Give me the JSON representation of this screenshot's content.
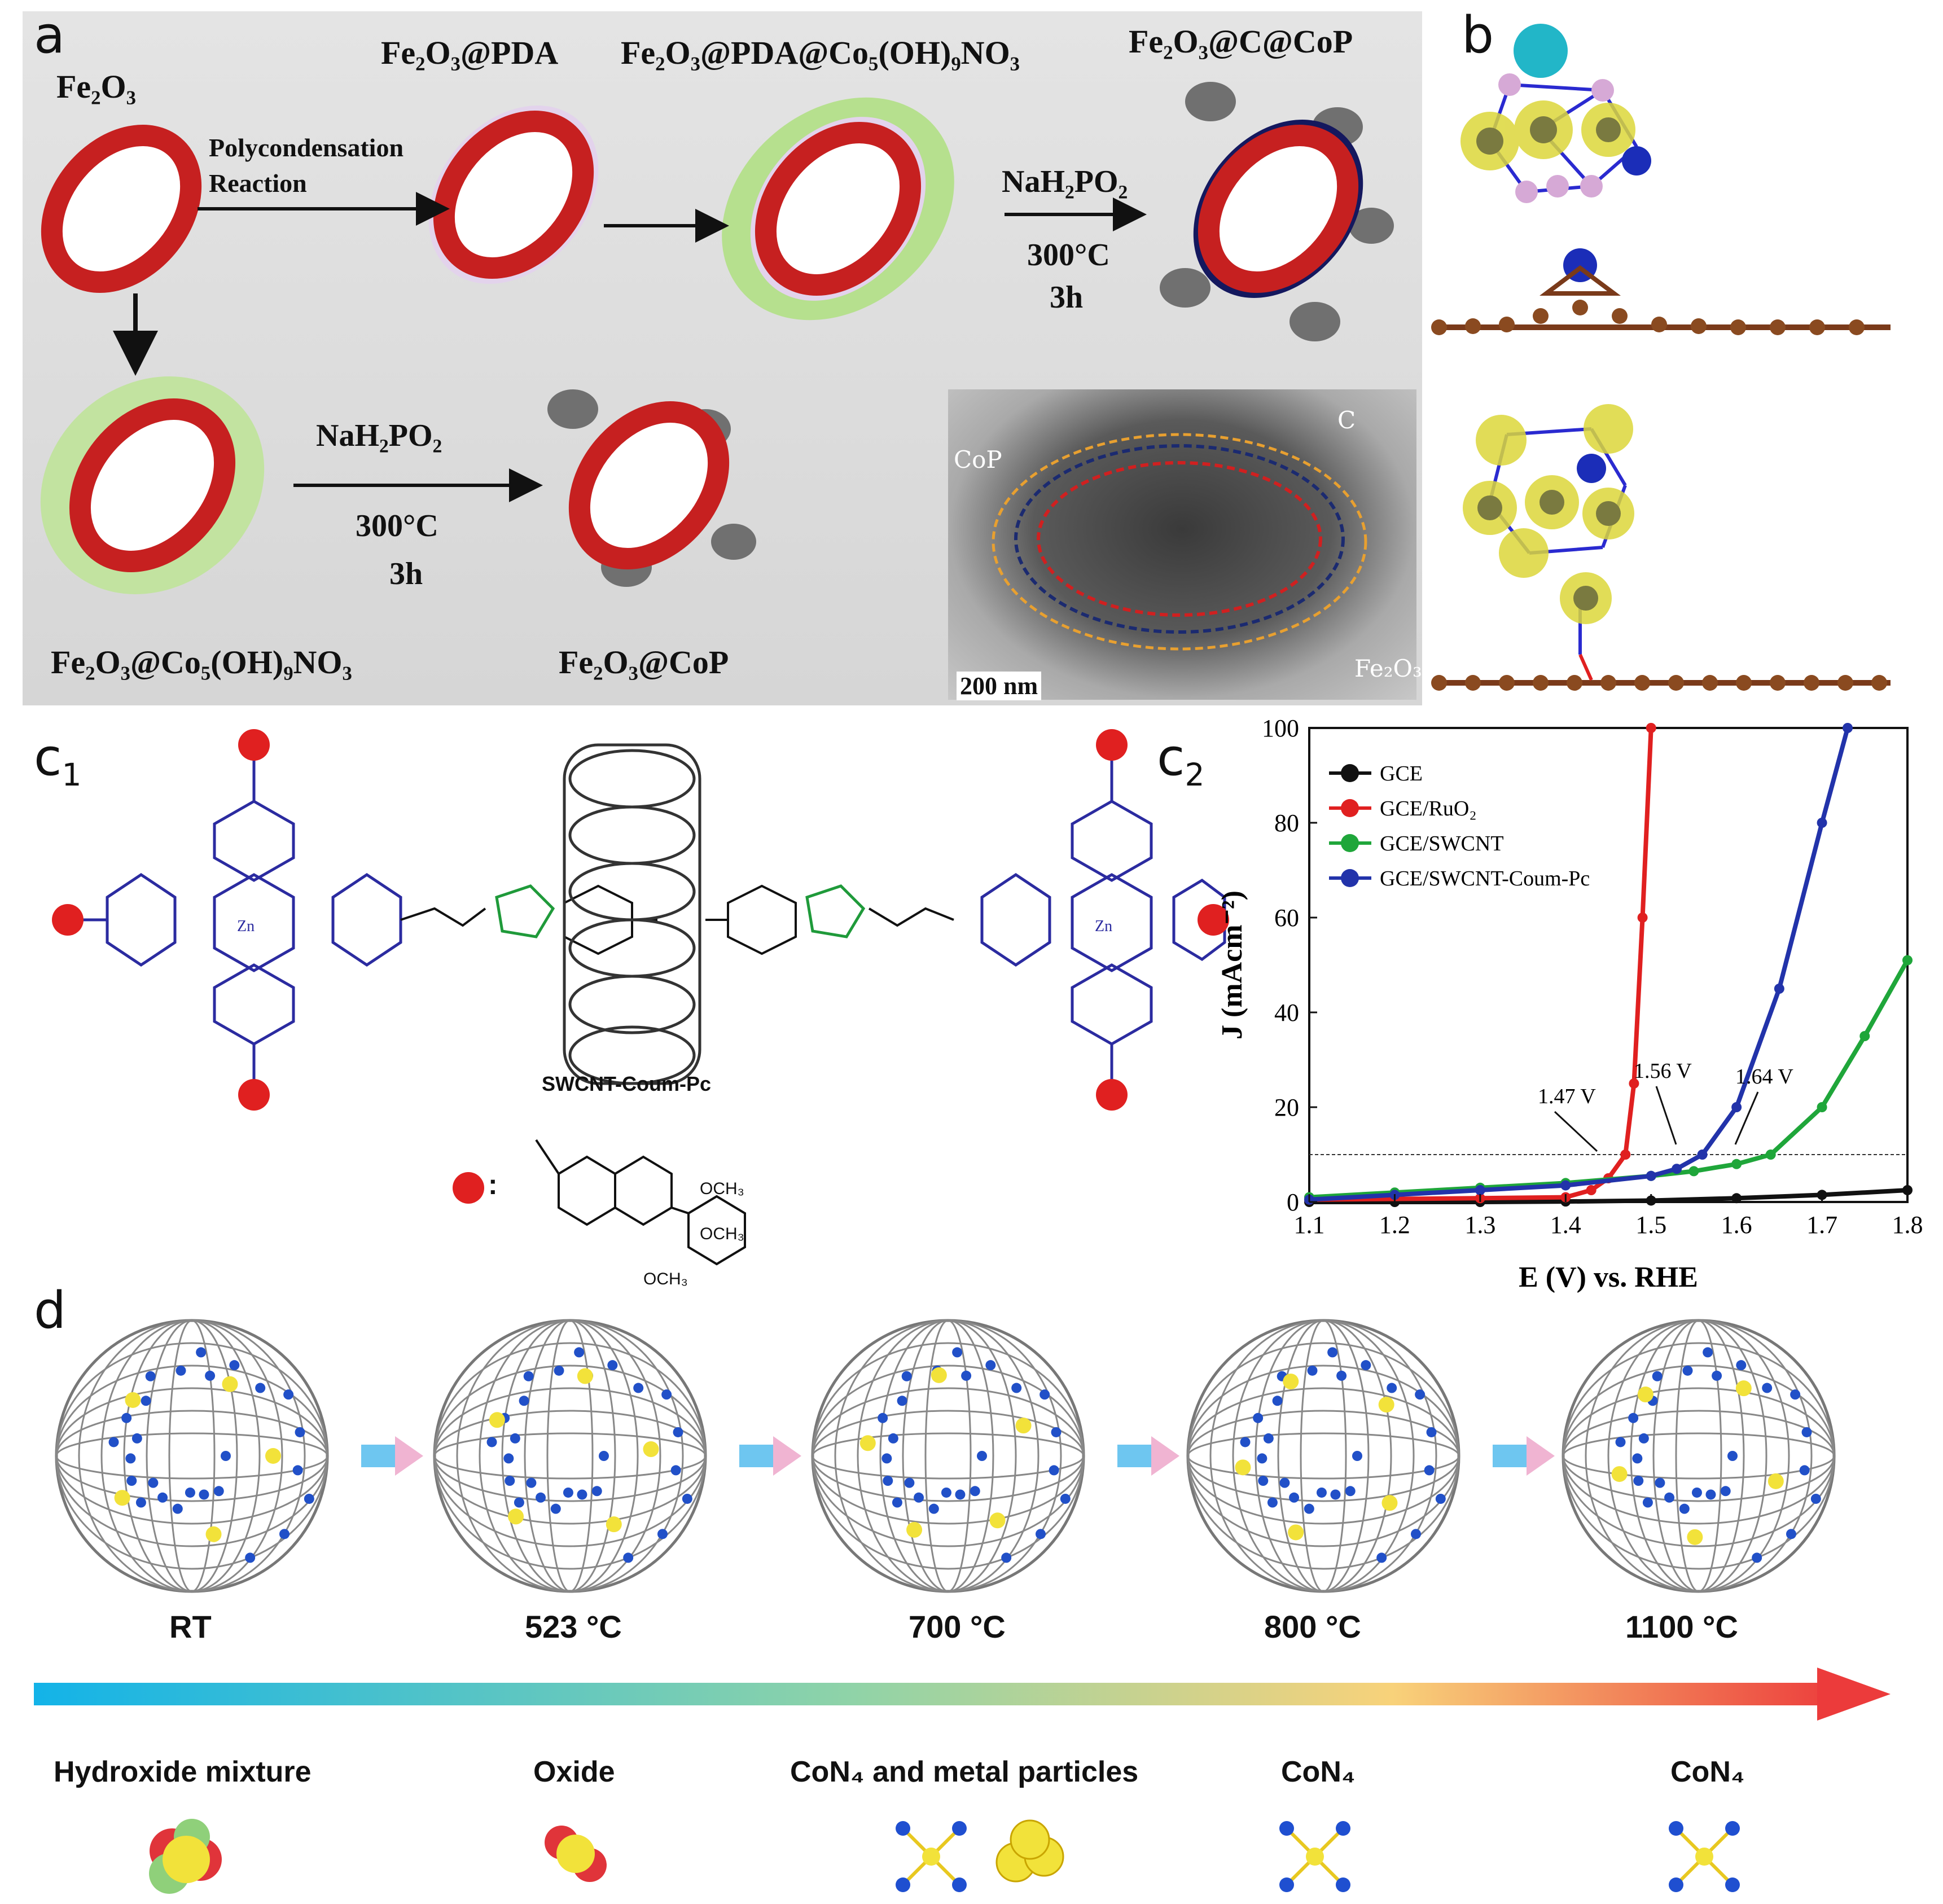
{
  "panels": {
    "a": "a",
    "b": "b",
    "c1": "c",
    "c1_sub": "1",
    "c2": "c",
    "c2_sub": "2",
    "d": "d"
  },
  "panel_a": {
    "top_labels": [
      "Fe₂O₃",
      "Fe₂O₃@PDA",
      "Fe₂O₃@PDA@Co₅(OH)₉NO₃",
      "Fe₂O₃@C@CoP"
    ],
    "reaction_label_1": "Polycondensation",
    "reaction_label_2": "Reaction",
    "reagent": "NaH₂PO₂",
    "temperature": "300°C",
    "duration": "3h",
    "bottom_labels": [
      "Fe₂O₃@Co₅(OH)₉NO₃",
      "Fe₂O₃@CoP"
    ],
    "tem_labels": {
      "cop": "CoP",
      "c": "C",
      "fe2o3": "Fe₂O₃",
      "scale": "200 nm"
    }
  },
  "panel_c1": {
    "center_label": "SWCNT-Coum-Pc",
    "legend_marker": ":",
    "substituent_groups": [
      "OCH₃",
      "OCH₃",
      "OCH₃"
    ]
  },
  "chart_data": {
    "type": "line",
    "xlabel": "E (V) vs. RHE",
    "ylabel": "J (mAcm⁻²)",
    "xlim": [
      1.1,
      1.8
    ],
    "ylim": [
      0,
      100
    ],
    "xticks": [
      "1.1",
      "1.2",
      "1.3",
      "1.4",
      "1.5",
      "1.6",
      "1.7",
      "1.8"
    ],
    "yticks": [
      "0",
      "20",
      "40",
      "60",
      "80",
      "100"
    ],
    "reference_line_y": 10,
    "series": [
      {
        "name": "GCE",
        "color": "#111111",
        "x": [
          1.1,
          1.2,
          1.3,
          1.4,
          1.5,
          1.6,
          1.7,
          1.8
        ],
        "y": [
          0,
          0,
          0,
          0.1,
          0.3,
          0.8,
          1.5,
          2.5
        ]
      },
      {
        "name": "GCE/RuO₂",
        "color": "#e02020",
        "x": [
          1.1,
          1.3,
          1.4,
          1.43,
          1.45,
          1.47,
          1.48,
          1.49,
          1.5
        ],
        "y": [
          0.5,
          0.8,
          1.0,
          2.5,
          5,
          10,
          25,
          60,
          100
        ]
      },
      {
        "name": "GCE/SWCNT",
        "color": "#1fa63a",
        "x": [
          1.1,
          1.2,
          1.3,
          1.4,
          1.5,
          1.55,
          1.6,
          1.64,
          1.7,
          1.75,
          1.8
        ],
        "y": [
          1,
          2,
          3,
          4,
          5.5,
          6.5,
          8,
          10,
          20,
          35,
          51
        ]
      },
      {
        "name": "GCE/SWCNT-Coum-Pc",
        "color": "#2233aa",
        "x": [
          1.1,
          1.2,
          1.3,
          1.4,
          1.5,
          1.53,
          1.56,
          1.6,
          1.65,
          1.7,
          1.73
        ],
        "y": [
          0.5,
          1.5,
          2.5,
          3.5,
          5.5,
          7,
          10,
          20,
          45,
          80,
          100
        ]
      }
    ],
    "annotations": [
      "1.47 V",
      "1.56 V",
      "1.64 V"
    ],
    "legend_position": "top-left"
  },
  "panel_d": {
    "temperatures": [
      "RT",
      "523 °C",
      "700 °C",
      "800 °C",
      "1100 °C"
    ],
    "species": [
      "Hydroxide mixture",
      "Oxide",
      "CoN₄ and metal particles",
      "CoN₄",
      "CoN₄"
    ]
  }
}
